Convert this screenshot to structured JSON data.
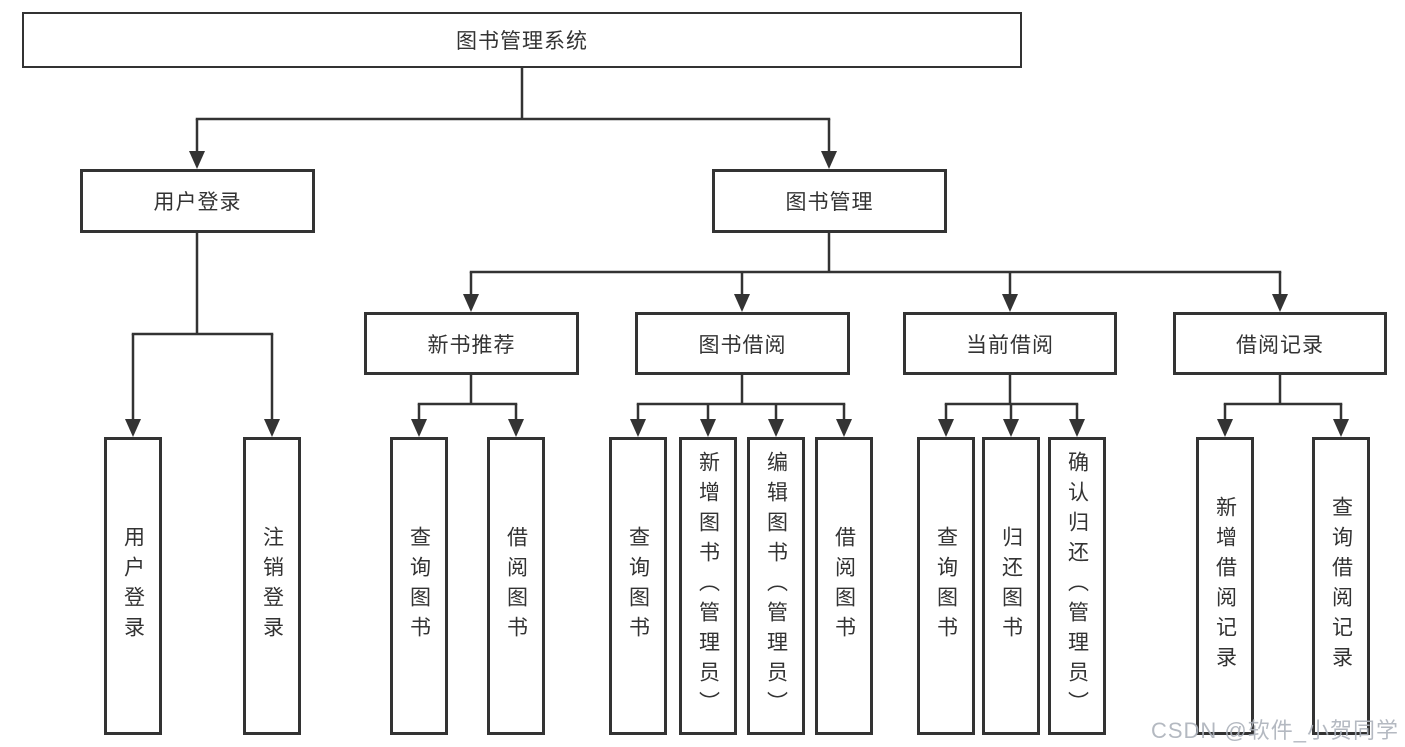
{
  "diagram": {
    "title": "图书管理系统",
    "root": {
      "label": "图书管理系统"
    },
    "level2": {
      "user_login": {
        "label": "用户登录"
      },
      "book_mgmt": {
        "label": "图书管理"
      }
    },
    "level3": {
      "new_book": {
        "label": "新书推荐"
      },
      "book_borrow": {
        "label": "图书借阅"
      },
      "current_borrow": {
        "label": "当前借阅"
      },
      "borrow_record": {
        "label": "借阅记录"
      }
    },
    "leaves": {
      "user_login": [
        "用户登录",
        "注销登录"
      ],
      "new_book": [
        "查询图书",
        "借阅图书"
      ],
      "book_borrow": [
        "查询图书",
        "新增图书（管理员）",
        "编辑图书（管理员）",
        "借阅图书"
      ],
      "current_borrow": [
        "查询图书",
        "归还图书",
        "确认归还（管理员）"
      ],
      "borrow_record": [
        "新增借阅记录",
        "查询借阅记录"
      ]
    },
    "watermark": "CSDN @软件_小贺同学",
    "colors": {
      "line": "#333333",
      "text": "#333333",
      "background": "#ffffff",
      "watermark": "#acb1ba"
    }
  }
}
